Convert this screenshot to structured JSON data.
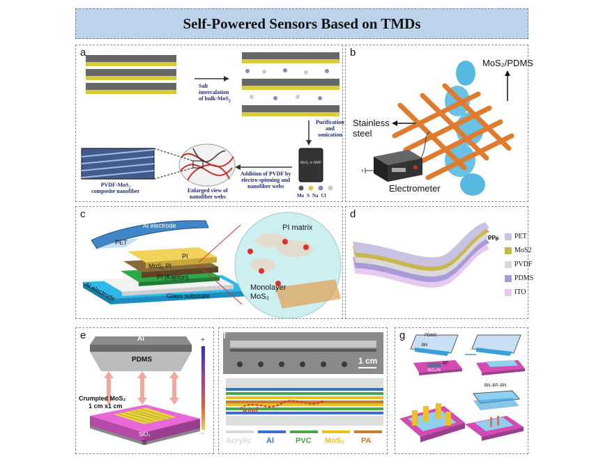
{
  "title": "Self-Powered Sensors Based on TMDs",
  "panels": {
    "a": {
      "label": "a",
      "salt": [
        "Salt",
        "intercalation",
        "of bulk-MoS",
        "2"
      ],
      "purif": [
        "Purification",
        "and",
        "sonication"
      ],
      "vial": "MoS₂ in NMP",
      "pvdf_add": [
        "Addition of PVDF by",
        "electro-spinning and",
        "nanofiber webs"
      ],
      "enlarged": [
        "Enlarged view of",
        "nanofiber webs"
      ],
      "composite": [
        "PVDF-MoS₂",
        "composite nanofiber"
      ],
      "legend": [
        "Mo",
        "S",
        "Na",
        "Cl"
      ]
    },
    "b": {
      "label": "b",
      "mos2": "MoS₂/PDMS",
      "steel": [
        "Stainless",
        "steel"
      ],
      "electrometer": "Electrometer"
    },
    "c": {
      "label": "c",
      "pet": "PET",
      "al_top": "Al electrode",
      "pi": "PI",
      "mos2pi": "MoS₂ PI",
      "kapton": "PI (Kapton)",
      "al_side": "Al electrode",
      "glass": "Glass substrate",
      "matrix": "PI matrix",
      "mono": [
        "Monolayer",
        "MoS₂"
      ]
    },
    "d": {
      "label": "d",
      "ppy": "PPy",
      "legend": [
        "PET",
        "MoS2",
        "PVDF",
        "PDMS",
        "ITO"
      ],
      "legend_colors": [
        "#c9c2e2",
        "#c9b64c",
        "#d9d9d9",
        "#a99bd9",
        "#e5c9ee"
      ]
    },
    "e": {
      "label": "e",
      "al": "Al",
      "pdms": "PDMS",
      "crumpled": [
        "Crumpled MoS₂",
        "1 cm x1 cm"
      ],
      "sio2": "SiO₂",
      "si": "Si",
      "plus": "+",
      "minus": "-"
    },
    "f": {
      "label": "f",
      "scale": "1 cm",
      "wind": "wind",
      "legend": [
        "Acrylic",
        "Al",
        "PVC",
        "MoS₂",
        "PA"
      ],
      "legend_colors": [
        "#d9d9d9",
        "#3a6fd0",
        "#4aa64a",
        "#e8c020",
        "#c97c2a"
      ]
    },
    "g": {
      "label": "g",
      "pdms": "PDMS",
      "bn": "BN",
      "bp": "BP",
      "sio2si": "SiO₂/Si",
      "stack": "BN–BP–BN"
    }
  }
}
